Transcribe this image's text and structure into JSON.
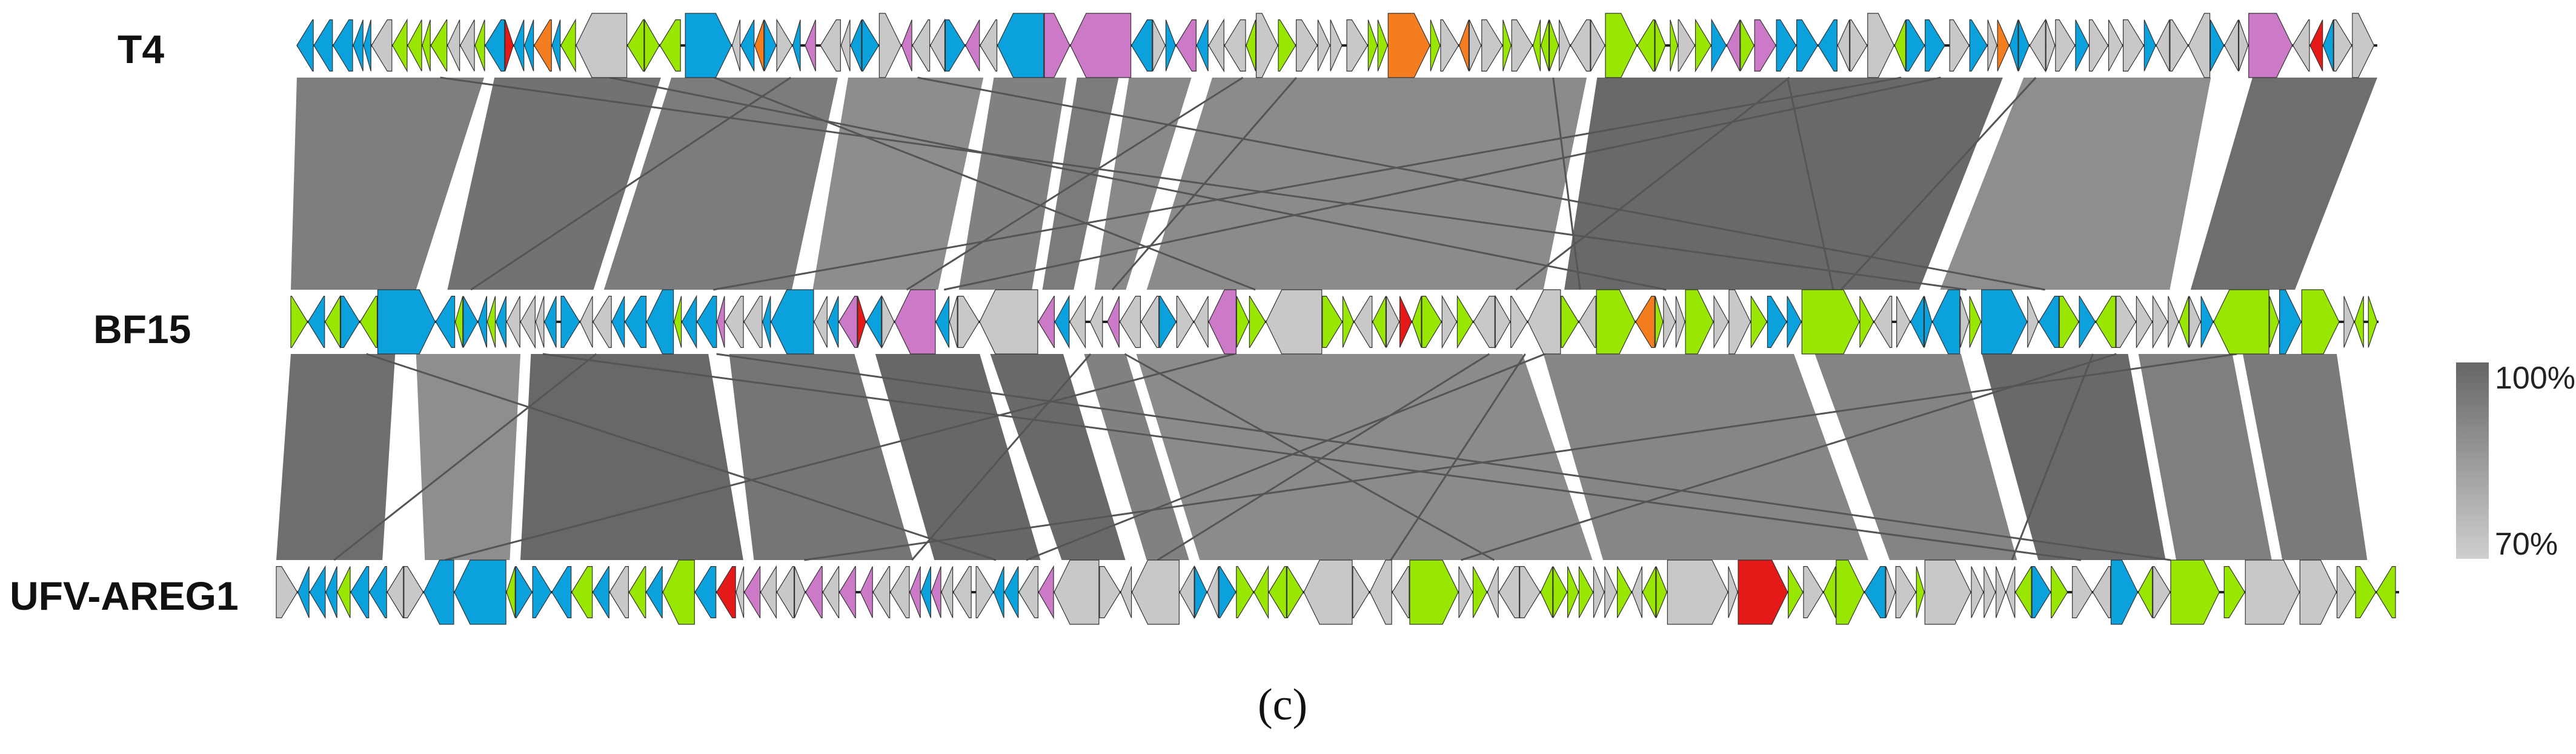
{
  "genomes": [
    {
      "name": "T4"
    },
    {
      "name": "BF15"
    },
    {
      "name": "UFV-AREG1"
    }
  ],
  "scale": {
    "max_label": "100%",
    "min_label": "70%",
    "max_color": "#666666",
    "min_color": "#cfcfcf"
  },
  "panel_label": "(c)",
  "colors": {
    "blue": "#0aa1dd",
    "green": "#99e600",
    "pink": "#cc79c7",
    "red": "#e61919",
    "orange": "#f47d20",
    "grey": "#c8c8c8",
    "homology": "#6e6e6e"
  }
}
